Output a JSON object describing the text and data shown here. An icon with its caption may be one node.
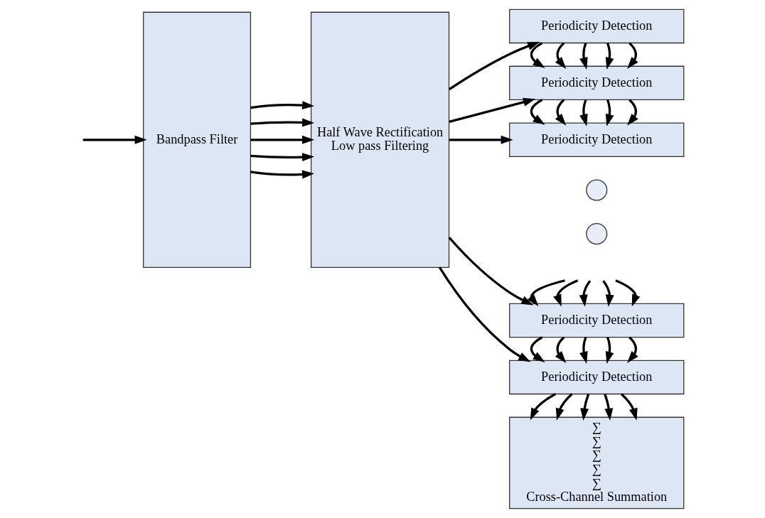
{
  "diagram": {
    "nodes": [
      {
        "text": [
          "Bandpass Filter"
        ]
      },
      {
        "text": [
          "Half Wave Rectification",
          "Low pass Filtering"
        ]
      },
      {
        "text": [
          "Periodicity Detection"
        ]
      },
      {
        "text": [
          "Periodicity Detection"
        ]
      },
      {
        "text": [
          "Periodicity Detection"
        ]
      },
      {
        "text": [],
        "shape": "circle"
      },
      {
        "text": [],
        "shape": "circle"
      },
      {
        "text": [
          "Periodicity Detection"
        ]
      },
      {
        "text": [
          "Periodicity Detection"
        ]
      },
      {
        "text": [
          "∑",
          "∑",
          "∑",
          "∑",
          "∑",
          "Cross-Channel Summation"
        ]
      }
    ],
    "edges": [
      {
        "from": null,
        "to": 0,
        "arrow": "to"
      },
      {
        "from": 0,
        "to": 1,
        "arrow": "to"
      },
      {
        "from": 0,
        "to": 1,
        "arrow": "to"
      },
      {
        "from": 0,
        "to": 1,
        "arrow": "to"
      },
      {
        "from": 0,
        "to": 1,
        "arrow": "to"
      },
      {
        "from": 0,
        "to": 1,
        "arrow": "to"
      },
      {
        "from": 1,
        "to": 2,
        "arrow": "to"
      },
      {
        "from": 1,
        "to": 3,
        "arrow": "to"
      },
      {
        "from": 1,
        "to": 4,
        "arrow": "to"
      },
      {
        "from": 1,
        "to": 7,
        "arrow": "to"
      },
      {
        "from": 1,
        "to": 8,
        "arrow": "to"
      },
      {
        "from": 2,
        "to": 3,
        "arrow": "to"
      },
      {
        "from": 2,
        "to": 3,
        "arrow": "to"
      },
      {
        "from": 2,
        "to": 3,
        "arrow": "to"
      },
      {
        "from": 2,
        "to": 3,
        "arrow": "to"
      },
      {
        "from": 2,
        "to": 3,
        "arrow": "to"
      },
      {
        "from": 3,
        "to": 4,
        "arrow": "to"
      },
      {
        "from": 3,
        "to": 4,
        "arrow": "to"
      },
      {
        "from": 3,
        "to": 4,
        "arrow": "to"
      },
      {
        "from": 3,
        "to": 4,
        "arrow": "to"
      },
      {
        "from": 3,
        "to": 4,
        "arrow": "to"
      },
      {
        "from": null,
        "to": 7,
        "arrow": "to"
      },
      {
        "from": null,
        "to": 7,
        "arrow": "to"
      },
      {
        "from": null,
        "to": 7,
        "arrow": "to"
      },
      {
        "from": null,
        "to": 7,
        "arrow": "to"
      },
      {
        "from": null,
        "to": 7,
        "arrow": "to"
      },
      {
        "from": 7,
        "to": 8,
        "arrow": "to"
      },
      {
        "from": 7,
        "to": 8,
        "arrow": "to"
      },
      {
        "from": 7,
        "to": 8,
        "arrow": "to"
      },
      {
        "from": 7,
        "to": 8,
        "arrow": "to"
      },
      {
        "from": 7,
        "to": 8,
        "arrow": "to"
      },
      {
        "from": 8,
        "to": 9,
        "arrow": "to"
      },
      {
        "from": 8,
        "to": 9,
        "arrow": "to"
      },
      {
        "from": 8,
        "to": 9,
        "arrow": "to"
      },
      {
        "from": 8,
        "to": 9,
        "arrow": "to"
      },
      {
        "from": 8,
        "to": 9,
        "arrow": "to"
      }
    ]
  }
}
